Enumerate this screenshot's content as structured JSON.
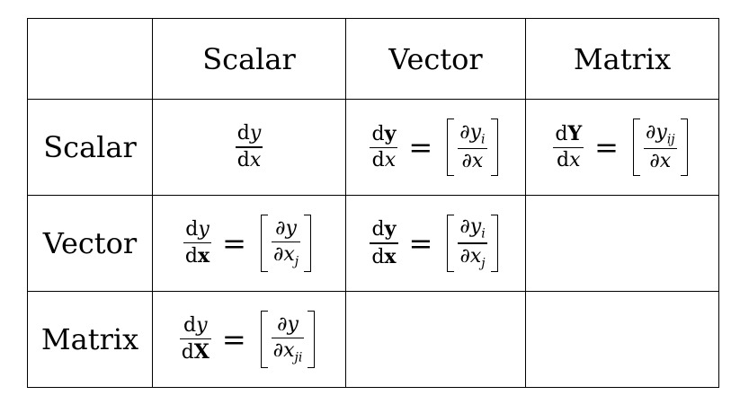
{
  "headers": {
    "columns": [
      "Scalar",
      "Vector",
      "Matrix"
    ],
    "rows": [
      "Scalar",
      "Vector",
      "Matrix"
    ]
  },
  "cells": {
    "scalar_scalar": {
      "lhs_num": "dy",
      "lhs_den": "dx"
    },
    "scalar_vector": {
      "lhs_num": "dy",
      "lhs_den": "dx",
      "eq": "=",
      "rhs_num": "∂y",
      "rhs_sub": "i",
      "rhs_den": "∂x"
    },
    "scalar_matrix": {
      "lhs_num": "dY",
      "lhs_den": "dx",
      "eq": "=",
      "rhs_num": "∂y",
      "rhs_sub": "ij",
      "rhs_den": "∂x"
    },
    "vector_scalar": {
      "lhs_num": "dy",
      "lhs_den": "dx",
      "eq": "=",
      "rhs_num": "∂y",
      "rhs_den": "∂x",
      "rhs_den_sub": "j"
    },
    "vector_vector": {
      "lhs_num": "dy",
      "lhs_den": "dx",
      "eq": "=",
      "rhs_num": "∂y",
      "rhs_sub": "i",
      "rhs_den": "∂x",
      "rhs_den_sub": "j"
    },
    "matrix_scalar": {
      "lhs_num": "dy",
      "lhs_den": "dX",
      "eq": "=",
      "rhs_num": "∂y",
      "rhs_den": "∂x",
      "rhs_den_sub": "ji"
    }
  }
}
